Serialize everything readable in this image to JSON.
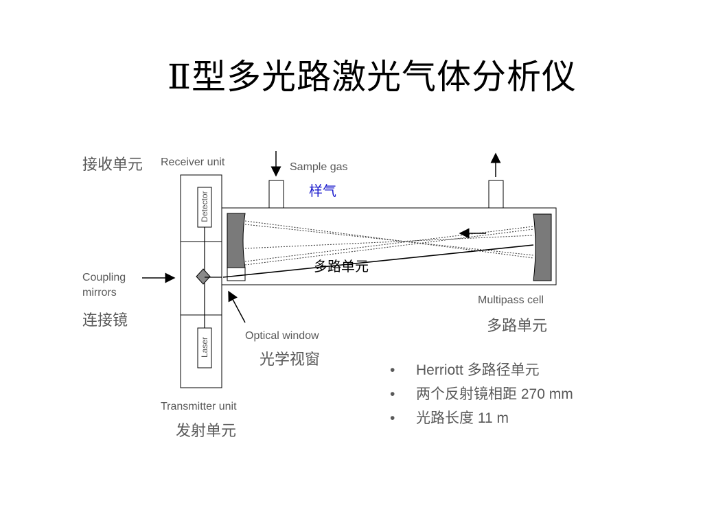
{
  "title": "Ⅱ型多光路激光气体分析仪",
  "labels": {
    "receiver_cn": "接收单元",
    "receiver_en": "Receiver unit",
    "sample_gas_en": "Sample gas",
    "sample_gas_cn": "样气",
    "detector": "Detector",
    "laser": "Laser",
    "coupling_en_line1": "Coupling",
    "coupling_en_line2": "mirrors",
    "coupling_cn": "连接镜",
    "cell_inline_cn": "多路单元",
    "multipass_en": "Multipass cell",
    "multipass_cn": "多路单元",
    "optical_window_en": "Optical window",
    "optical_window_cn": "光学视窗",
    "transmitter_en": "Transmitter unit",
    "transmitter_cn": "发射单元"
  },
  "bullets": [
    {
      "marker": "•",
      "text": "Herriott 多路径单元"
    },
    {
      "marker": "•",
      "text": "两个反射镜相距 270 mm"
    },
    {
      "marker": "•",
      "text": "光路长度 11 m"
    }
  ],
  "colors": {
    "sample_gas_cn": "#1a1acc",
    "mirror": "#707070",
    "text": "#595959"
  }
}
